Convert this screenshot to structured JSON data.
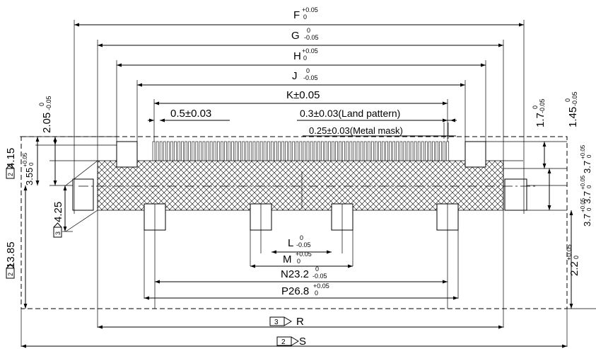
{
  "dimensions": {
    "F": {
      "main": "F",
      "upper": "+0.05",
      "lower": "0"
    },
    "G": {
      "main": "G",
      "upper": "0",
      "lower": "-0.05"
    },
    "H": {
      "main": "H",
      "upper": "+0.05",
      "lower": "0"
    },
    "J": {
      "main": "J",
      "upper": "0",
      "lower": "-0.05"
    },
    "K": {
      "main": "K±0.05"
    },
    "pitch": {
      "main": "0.5±0.03"
    },
    "land": {
      "main": "0.3±0.03(Land pattern)"
    },
    "mask": {
      "main": "0.25±0.03(Metal mask)"
    },
    "L": {
      "main": "L",
      "upper": "0",
      "lower": "-0.05"
    },
    "M": {
      "main": "M",
      "upper": "+0.05",
      "lower": "0"
    },
    "N": {
      "main": "N23.2",
      "upper": "0",
      "lower": "-0.05"
    },
    "P": {
      "main": "P26.8",
      "upper": "+0.05",
      "lower": "0"
    },
    "R": {
      "main": "R",
      "note": "3"
    },
    "S": {
      "main": "S",
      "note": "2"
    },
    "left_a": {
      "main": "2.05",
      "upper": "0",
      "lower": "-0.05"
    },
    "left_b": {
      "main": "4.15",
      "note": "2"
    },
    "left_c": {
      "main": "3.55",
      "upper": "+0.05",
      "lower": "0"
    },
    "left_d": {
      "main": "4.25",
      "note": "3"
    },
    "left_e": {
      "main": "13.85",
      "note": "2"
    },
    "right_a": {
      "main": "1.7",
      "upper": "0",
      "lower": "-0.05"
    },
    "right_b": {
      "main": "1.45",
      "upper": "0",
      "lower": "-0.05"
    },
    "right_c": {
      "main": "3.7",
      "upper": "+0.05",
      "lower": "0"
    },
    "right_d": {
      "main": "3.7",
      "upper": "+0.05",
      "lower": "0"
    },
    "right_e": {
      "main": "3.7",
      "upper": "+0.05",
      "lower": "0"
    },
    "right_f": {
      "main": "2.2",
      "upper": "+0.05",
      "lower": "0"
    }
  }
}
